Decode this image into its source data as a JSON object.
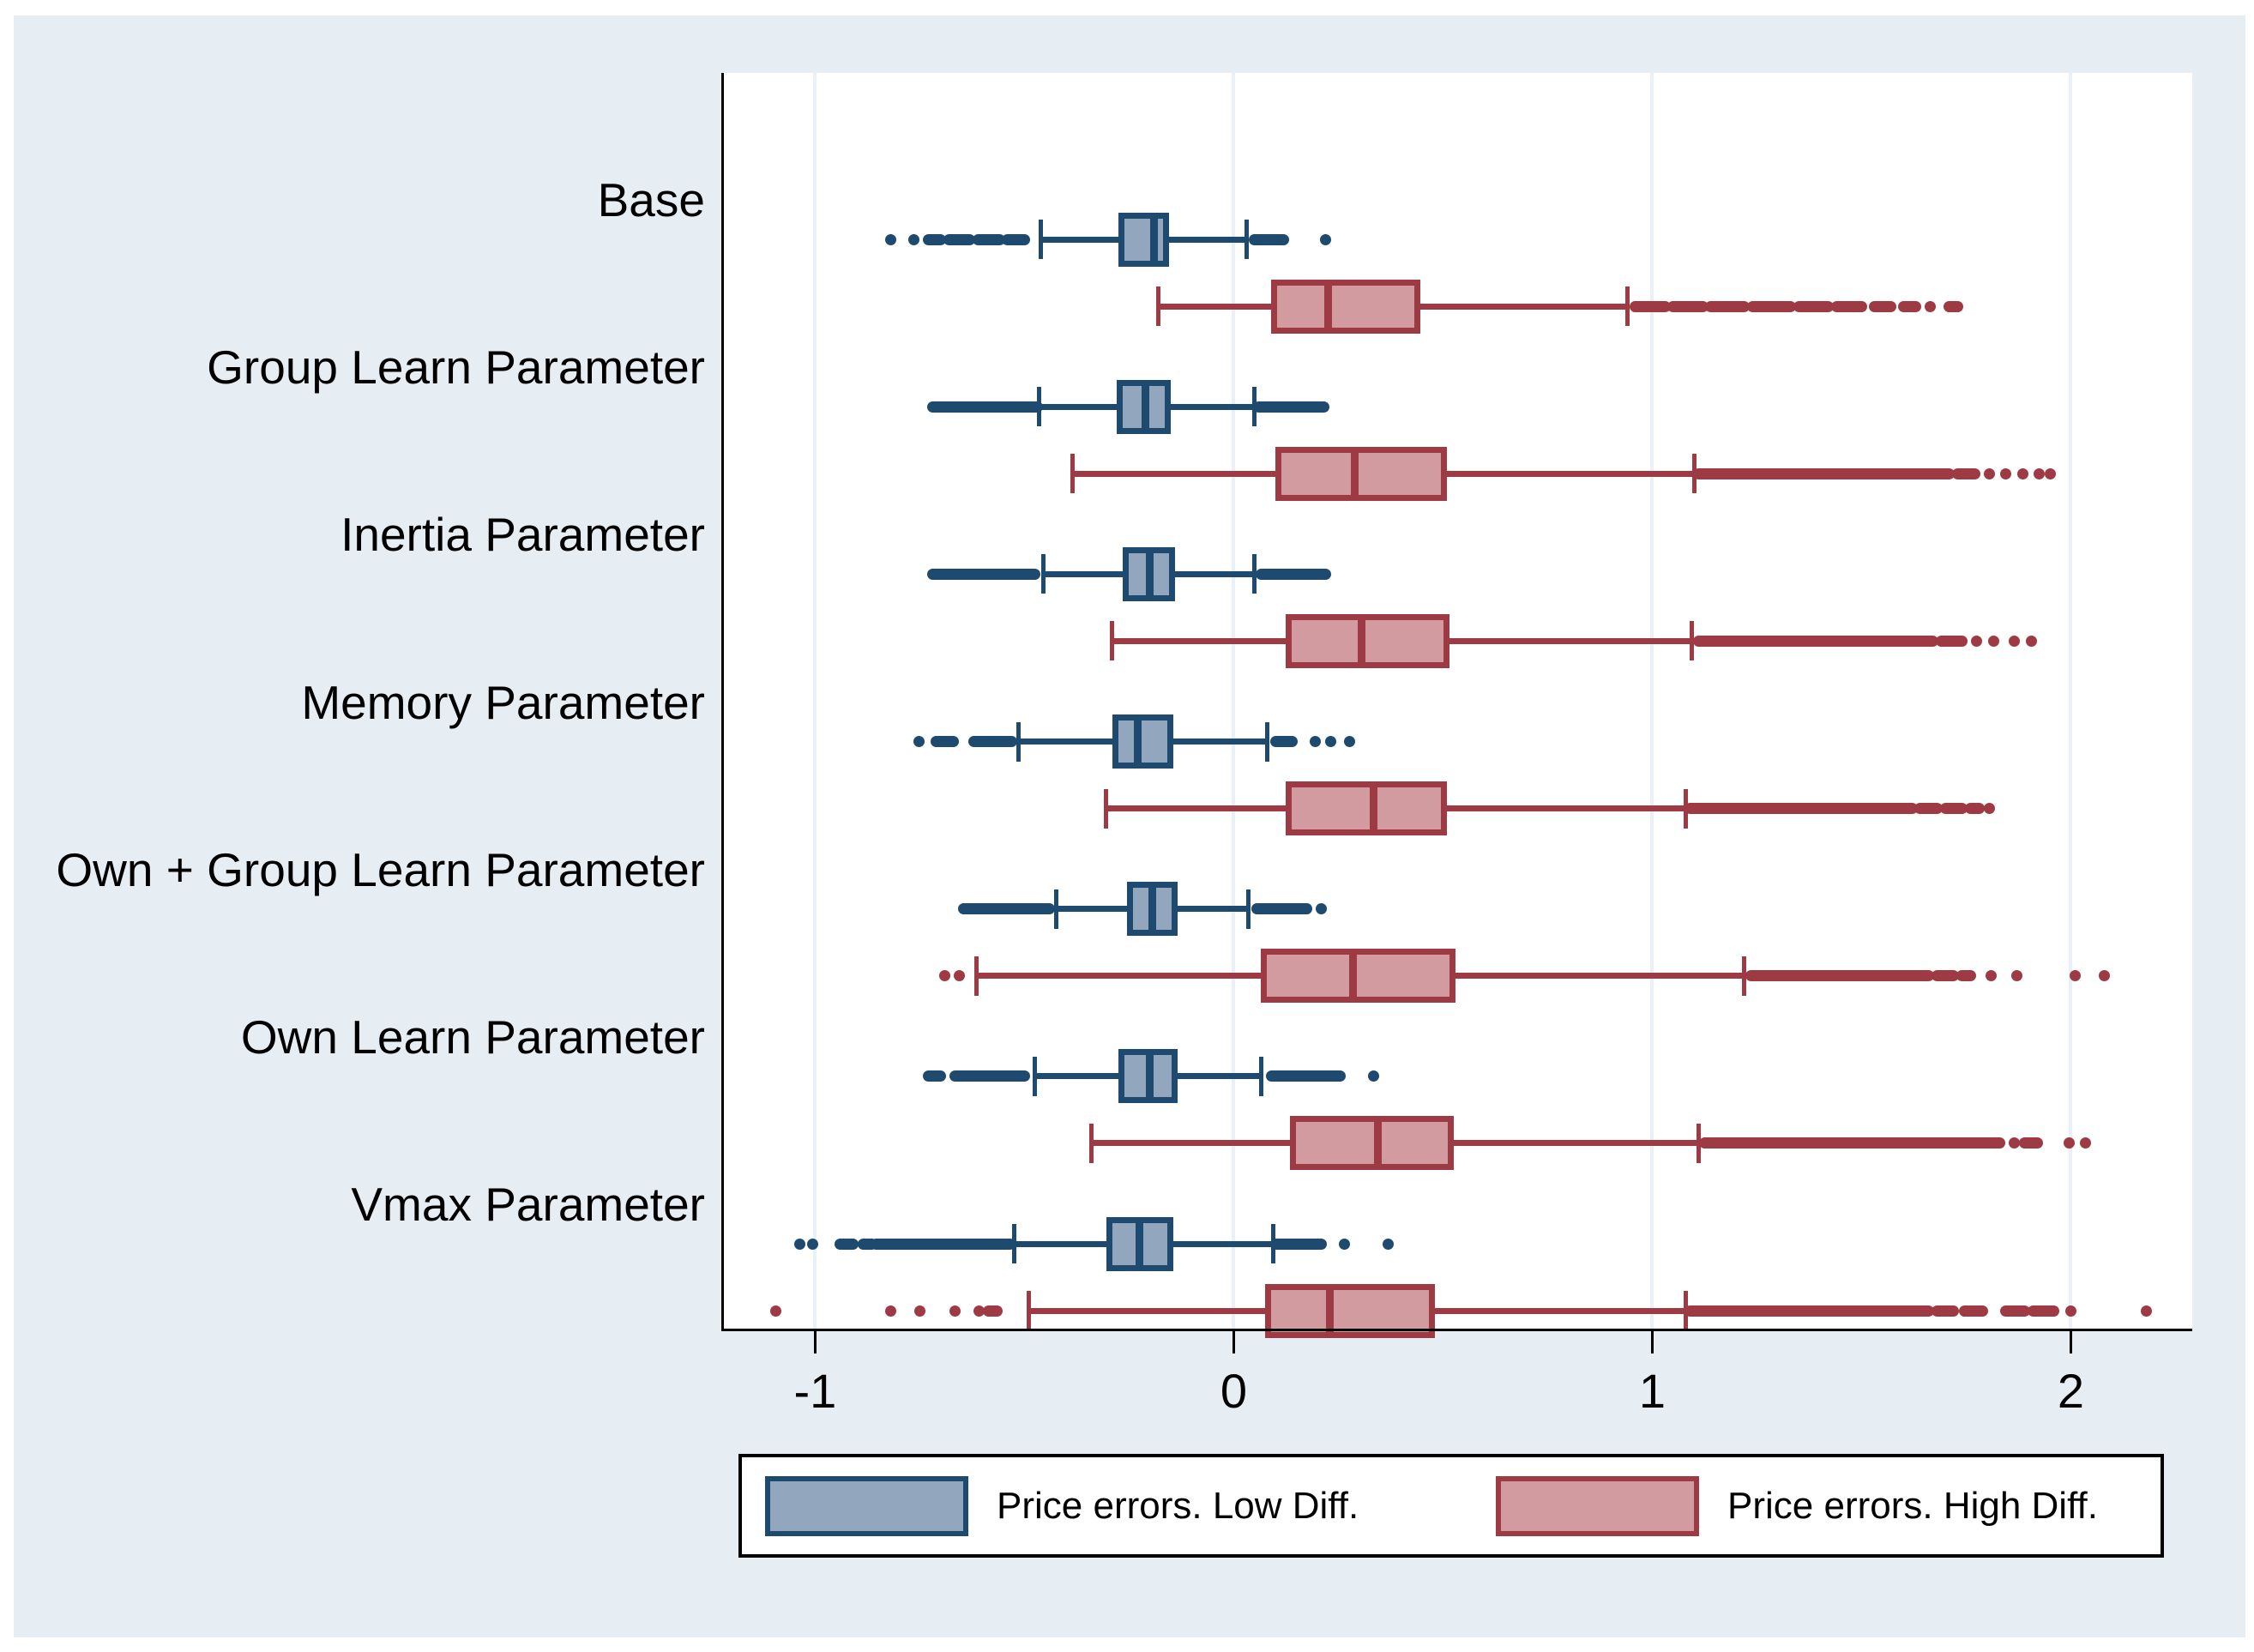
{
  "chart_data": {
    "type": "boxplot",
    "orientation": "horizontal",
    "title": "",
    "xlabel": "",
    "ylabel": "",
    "categories": [
      "Base",
      "Group Learn Parameter",
      "Inertia Parameter",
      "Memory Parameter",
      "Own + Group Learn Parameter",
      "Own Learn Parameter",
      "Vmax Parameter"
    ],
    "x_axis": {
      "ticks": [
        -1,
        0,
        1,
        2
      ],
      "tick_labels": [
        "-1",
        "0",
        "1",
        "2"
      ],
      "range": [
        -1.218,
        2.29
      ],
      "grid": true
    },
    "legend": {
      "position": "bottom",
      "items": [
        "Price errors. Low Diff.",
        "Price errors. High Diff."
      ]
    },
    "series": [
      {
        "name": "Price errors. Low Diff.",
        "fill": "#92a7bd",
        "line": "#1d4a6e",
        "boxes": [
          {
            "low": -0.46,
            "q1": -0.275,
            "median": -0.19,
            "q3": -0.155,
            "high": 0.03,
            "outliers": [
              [
                -0.82,
                -0.82
              ],
              [
                -0.77,
                -0.76
              ],
              [
                -0.73,
                -0.7
              ],
              [
                -0.68,
                -0.63
              ],
              [
                -0.61,
                -0.56
              ],
              [
                -0.54,
                -0.5
              ],
              [
                0.05,
                0.12
              ],
              [
                0.22,
                0.22
              ]
            ]
          },
          {
            "low": -0.465,
            "q1": -0.28,
            "median": -0.21,
            "q3": -0.15,
            "high": 0.05,
            "outliers": [
              [
                -0.72,
                -0.47
              ],
              [
                0.06,
                0.215
              ]
            ]
          },
          {
            "low": -0.455,
            "q1": -0.265,
            "median": -0.2,
            "q3": -0.14,
            "high": 0.05,
            "outliers": [
              [
                -0.72,
                -0.475
              ],
              [
                0.065,
                0.22
              ]
            ]
          },
          {
            "low": -0.515,
            "q1": -0.29,
            "median": -0.23,
            "q3": -0.145,
            "high": 0.08,
            "outliers": [
              [
                -0.755,
                -0.75
              ],
              [
                -0.71,
                -0.67
              ],
              [
                -0.62,
                -0.53
              ],
              [
                0.1,
                0.14
              ],
              [
                0.19,
                0.2
              ],
              [
                0.23,
                0.235
              ],
              [
                0.275,
                0.28
              ]
            ]
          },
          {
            "low": -0.425,
            "q1": -0.255,
            "median": -0.195,
            "q3": -0.135,
            "high": 0.035,
            "outliers": [
              [
                -0.645,
                -0.44
              ],
              [
                0.055,
                0.175
              ],
              [
                0.21,
                0.21
              ]
            ]
          },
          {
            "low": -0.475,
            "q1": -0.275,
            "median": -0.2,
            "q3": -0.135,
            "high": 0.065,
            "outliers": [
              [
                -0.73,
                -0.7
              ],
              [
                -0.665,
                -0.5
              ],
              [
                0.09,
                0.255
              ],
              [
                0.335,
                0.335
              ]
            ]
          },
          {
            "low": -0.525,
            "q1": -0.305,
            "median": -0.225,
            "q3": -0.145,
            "high": 0.095,
            "outliers": [
              [
                -1.04,
                -1.035
              ],
              [
                -1.01,
                -1.0
              ],
              [
                -0.94,
                -0.91
              ],
              [
                -0.885,
                -0.865
              ],
              [
                -0.855,
                -0.535
              ],
              [
                0.1,
                0.21
              ],
              [
                0.265,
                0.265
              ],
              [
                0.37,
                0.37
              ]
            ]
          }
        ]
      },
      {
        "name": "Price errors. High Diff.",
        "fill": "#d19ba0",
        "line": "#9e3a43",
        "boxes": [
          {
            "low": -0.18,
            "q1": 0.09,
            "median": 0.225,
            "q3": 0.445,
            "high": 0.94,
            "outliers": [
              [
                0.96,
                1.03
              ],
              [
                1.05,
                1.12
              ],
              [
                1.14,
                1.22
              ],
              [
                1.24,
                1.33
              ],
              [
                1.35,
                1.42
              ],
              [
                1.44,
                1.5
              ],
              [
                1.53,
                1.57
              ],
              [
                1.6,
                1.63
              ],
              [
                1.66,
                1.67
              ],
              [
                1.71,
                1.73
              ]
            ]
          },
          {
            "low": -0.385,
            "q1": 0.1,
            "median": 0.29,
            "q3": 0.51,
            "high": 1.1,
            "outliers": [
              [
                1.11,
                1.71
              ],
              [
                1.73,
                1.77
              ],
              [
                1.8,
                1.81
              ],
              [
                1.84,
                1.85
              ],
              [
                1.88,
                1.89
              ],
              [
                1.92,
                1.93
              ],
              [
                1.95,
                1.95
              ]
            ]
          },
          {
            "low": -0.29,
            "q1": 0.125,
            "median": 0.305,
            "q3": 0.515,
            "high": 1.095,
            "outliers": [
              [
                1.11,
                1.67
              ],
              [
                1.69,
                1.74
              ],
              [
                1.77,
                1.78
              ],
              [
                1.81,
                1.82
              ],
              [
                1.86,
                1.87
              ],
              [
                1.9,
                1.91
              ]
            ]
          },
          {
            "low": -0.305,
            "q1": 0.125,
            "median": 0.335,
            "q3": 0.51,
            "high": 1.08,
            "outliers": [
              [
                1.09,
                1.62
              ],
              [
                1.64,
                1.68
              ],
              [
                1.7,
                1.74
              ],
              [
                1.76,
                1.78
              ],
              [
                1.8,
                1.81
              ]
            ]
          },
          {
            "low": -0.615,
            "q1": 0.065,
            "median": 0.285,
            "q3": 0.53,
            "high": 1.22,
            "outliers": [
              [
                -0.69,
                -0.69
              ],
              [
                -0.655,
                -0.655
              ],
              [
                1.235,
                1.66
              ],
              [
                1.68,
                1.72
              ],
              [
                1.74,
                1.76
              ],
              [
                1.81,
                1.81
              ],
              [
                1.87,
                1.87
              ],
              [
                2.01,
                2.01
              ],
              [
                2.08,
                2.08
              ]
            ]
          },
          {
            "low": -0.34,
            "q1": 0.135,
            "median": 0.345,
            "q3": 0.525,
            "high": 1.11,
            "outliers": [
              [
                1.125,
                1.83
              ],
              [
                1.86,
                1.87
              ],
              [
                1.89,
                1.92
              ],
              [
                1.99,
                2.0
              ],
              [
                2.03,
                2.04
              ]
            ]
          },
          {
            "low": -0.49,
            "q1": 0.075,
            "median": 0.23,
            "q3": 0.48,
            "high": 1.08,
            "outliers": [
              [
                -1.095,
                -1.095
              ],
              [
                -0.82,
                -0.82
              ],
              [
                -0.75,
                -0.75
              ],
              [
                -0.665,
                -0.665
              ],
              [
                -0.615,
                -0.6
              ],
              [
                -0.585,
                -0.565
              ],
              [
                1.09,
                1.66
              ],
              [
                1.68,
                1.72
              ],
              [
                1.745,
                1.79
              ],
              [
                1.845,
                1.89
              ],
              [
                1.91,
                1.96
              ],
              [
                2.0,
                2.0
              ],
              [
                2.18,
                2.18
              ]
            ]
          }
        ]
      }
    ]
  },
  "colors": {
    "graph_bg": "#e7eef3",
    "plot_bg": "#ffffff",
    "grid": "#eaf1f6",
    "axis": "#000000",
    "text": "#000000"
  }
}
